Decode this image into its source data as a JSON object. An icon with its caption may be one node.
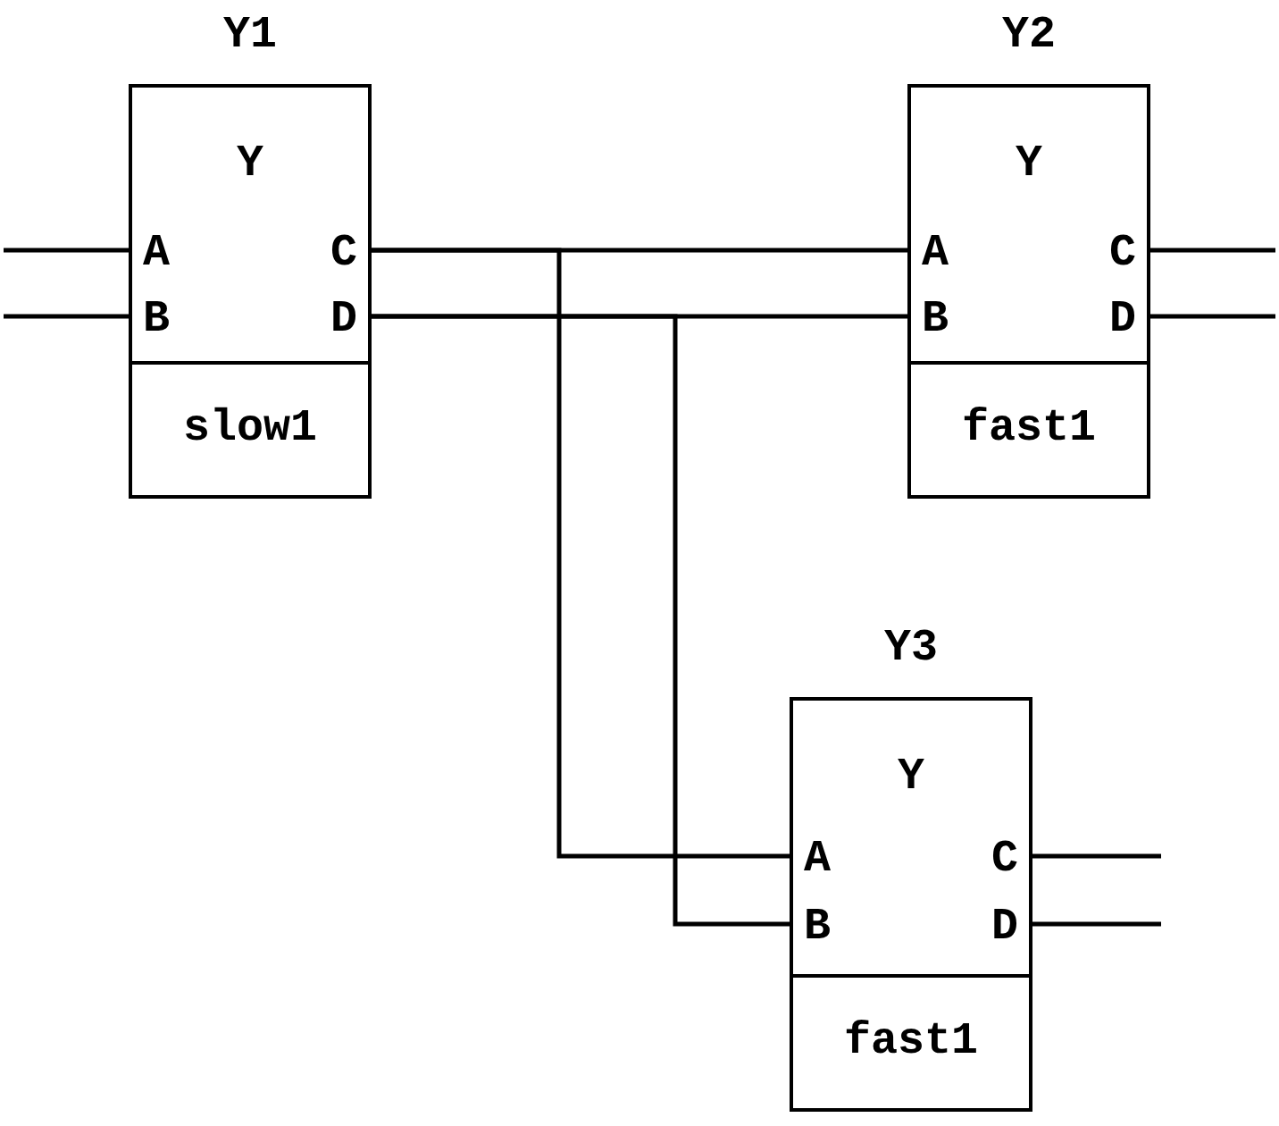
{
  "diagram": {
    "nodes": [
      {
        "text": [
          "Y1",
          "Y",
          "slow1"
        ]
      },
      {
        "text": [
          "A"
        ],
        "in": 0
      },
      {
        "text": [
          "B"
        ],
        "in": 0
      },
      {
        "text": [
          "C"
        ],
        "in": 0
      },
      {
        "text": [
          "D"
        ],
        "in": 0
      },
      {
        "text": [
          "Y2",
          "Y",
          "fast1"
        ]
      },
      {
        "text": [
          "A"
        ],
        "in": 5
      },
      {
        "text": [
          "B"
        ],
        "in": 5
      },
      {
        "text": [
          "C"
        ],
        "in": 5
      },
      {
        "text": [
          "D"
        ],
        "in": 5
      },
      {
        "text": [
          "Y3",
          "Y",
          "fast1"
        ]
      },
      {
        "text": [
          "A"
        ],
        "in": 10
      },
      {
        "text": [
          "B"
        ],
        "in": 10
      },
      {
        "text": [
          "C"
        ],
        "in": 10
      },
      {
        "text": [
          "D"
        ],
        "in": 10
      }
    ],
    "edges": [
      {
        "from": null,
        "to": 1,
        "arrow": "none"
      },
      {
        "from": null,
        "to": 2,
        "arrow": "none"
      },
      {
        "from": 3,
        "to": 6,
        "arrow": "none"
      },
      {
        "from": 3,
        "to": 11,
        "arrow": "none"
      },
      {
        "from": 4,
        "to": 7,
        "arrow": "none"
      },
      {
        "from": 4,
        "to": 12,
        "arrow": "none"
      },
      {
        "from": 8,
        "to": null,
        "arrow": "none"
      },
      {
        "from": 9,
        "to": null,
        "arrow": "none"
      },
      {
        "from": 13,
        "to": null,
        "arrow": "none"
      },
      {
        "from": 14,
        "to": null,
        "arrow": "none"
      }
    ]
  }
}
